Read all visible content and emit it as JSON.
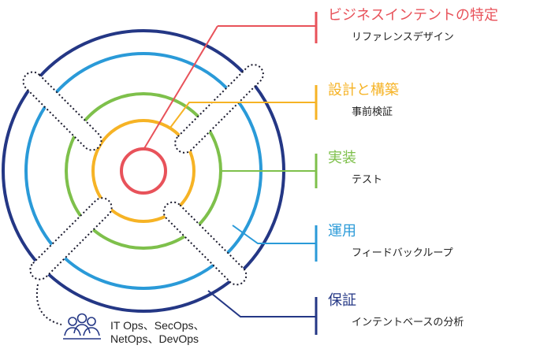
{
  "colors": {
    "red": "#e8525a",
    "orange": "#f6b325",
    "green": "#7ec04b",
    "blue": "#2a9ad8",
    "navy": "#243785",
    "dotted": "#1a1a2e"
  },
  "stages": [
    {
      "title": "ビジネスインテントの特定",
      "subtitle": "リファレンスデザイン",
      "color": "#e8525a"
    },
    {
      "title": "設計と構築",
      "subtitle": "事前検証",
      "color": "#f6b325"
    },
    {
      "title": "実装",
      "subtitle": "テスト",
      "color": "#7ec04b"
    },
    {
      "title": "運用",
      "subtitle": "フィードバックループ",
      "color": "#2a9ad8"
    },
    {
      "title": "保証",
      "subtitle": "インテントベースの分析",
      "color": "#243785"
    }
  ],
  "teams": {
    "icon": "people-group-icon",
    "line1": "IT Ops、SecOps、",
    "line2": "NetOps、DevOps"
  }
}
